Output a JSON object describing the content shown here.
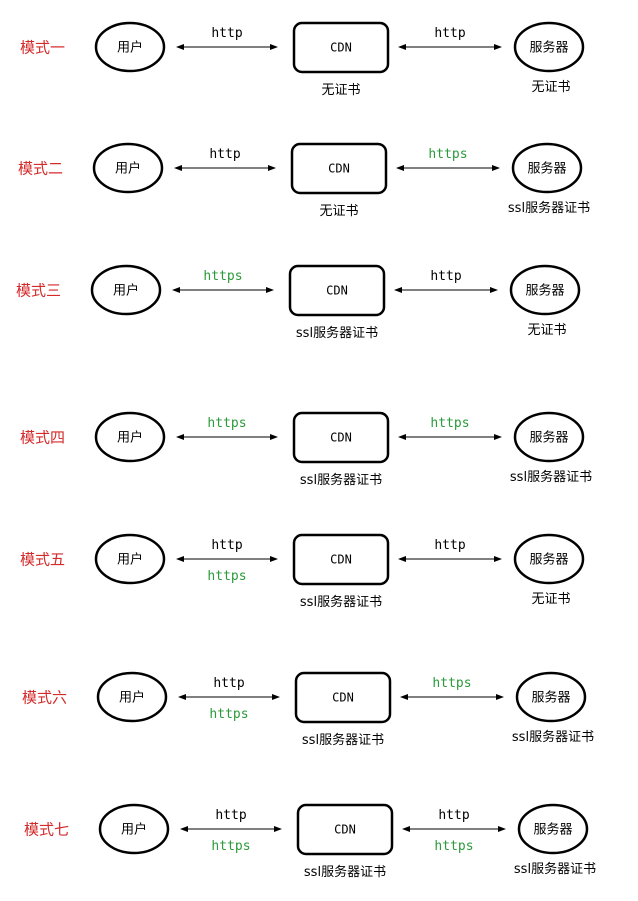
{
  "colors": {
    "mode_label": "#d42a2a",
    "http": "#000000",
    "https": "#2a9a3a"
  },
  "rows": [
    {
      "mode": "模式一",
      "user": "用户",
      "cdn": "CDN",
      "server": "服务器",
      "left_protocols": [
        {
          "text": "http",
          "color": "http"
        }
      ],
      "right_protocols": [
        {
          "text": "http",
          "color": "http"
        }
      ],
      "cdn_cert": "无证书",
      "server_cert": "无证书"
    },
    {
      "mode": "模式二",
      "user": "用户",
      "cdn": "CDN",
      "server": "服务器",
      "left_protocols": [
        {
          "text": "http",
          "color": "http"
        }
      ],
      "right_protocols": [
        {
          "text": "https",
          "color": "https"
        }
      ],
      "cdn_cert": "无证书",
      "server_cert": "ssl服务器证书"
    },
    {
      "mode": "模式三",
      "user": "用户",
      "cdn": "CDN",
      "server": "服务器",
      "left_protocols": [
        {
          "text": "https",
          "color": "https"
        }
      ],
      "right_protocols": [
        {
          "text": "http",
          "color": "http"
        }
      ],
      "cdn_cert": "ssl服务器证书",
      "server_cert": "无证书"
    },
    {
      "mode": "模式四",
      "user": "用户",
      "cdn": "CDN",
      "server": "服务器",
      "left_protocols": [
        {
          "text": "https",
          "color": "https"
        }
      ],
      "right_protocols": [
        {
          "text": "https",
          "color": "https"
        }
      ],
      "cdn_cert": "ssl服务器证书",
      "server_cert": "ssl服务器证书"
    },
    {
      "mode": "模式五",
      "user": "用户",
      "cdn": "CDN",
      "server": "服务器",
      "left_protocols": [
        {
          "text": "http",
          "color": "http"
        },
        {
          "text": "https",
          "color": "https"
        }
      ],
      "right_protocols": [
        {
          "text": "http",
          "color": "http"
        }
      ],
      "cdn_cert": "ssl服务器证书",
      "server_cert": "无证书"
    },
    {
      "mode": "模式六",
      "user": "用户",
      "cdn": "CDN",
      "server": "服务器",
      "left_protocols": [
        {
          "text": "http",
          "color": "http"
        },
        {
          "text": "https",
          "color": "https"
        }
      ],
      "right_protocols": [
        {
          "text": "https",
          "color": "https"
        }
      ],
      "cdn_cert": "ssl服务器证书",
      "server_cert": "ssl服务器证书"
    },
    {
      "mode": "模式七",
      "user": "用户",
      "cdn": "CDN",
      "server": "服务器",
      "left_protocols": [
        {
          "text": "http",
          "color": "http"
        },
        {
          "text": "https",
          "color": "https"
        }
      ],
      "right_protocols": [
        {
          "text": "http",
          "color": "http"
        },
        {
          "text": "https",
          "color": "https"
        }
      ],
      "cdn_cert": "ssl服务器证书",
      "server_cert": "ssl服务器证书"
    }
  ]
}
